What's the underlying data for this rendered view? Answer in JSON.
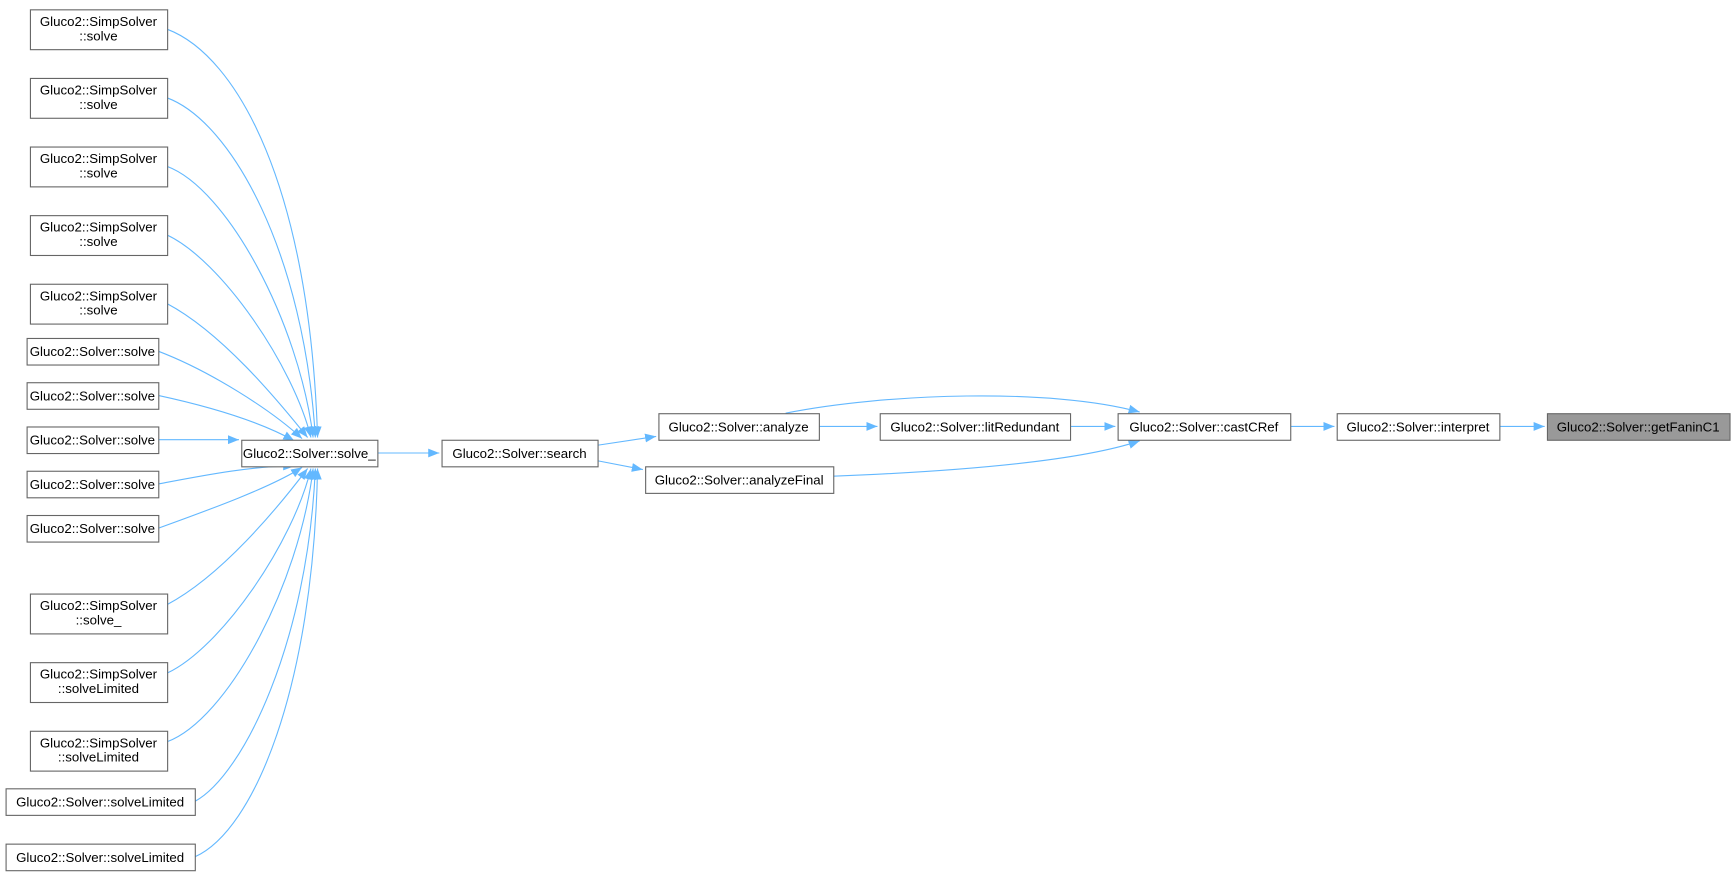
{
  "title": "Call graph of Gluco2::Solver::getFaninC1",
  "colors": {
    "edge": "#63b8ff",
    "node_border": "#666666",
    "current_node_fill": "#999999"
  },
  "nodes": [
    {
      "id": "ss1",
      "lines": [
        "Gluco2::SimpSolver",
        "::solve"
      ]
    },
    {
      "id": "ss2",
      "lines": [
        "Gluco2::SimpSolver",
        "::solve"
      ]
    },
    {
      "id": "ss3",
      "lines": [
        "Gluco2::SimpSolver",
        "::solve"
      ]
    },
    {
      "id": "ss4",
      "lines": [
        "Gluco2::SimpSolver",
        "::solve"
      ]
    },
    {
      "id": "ss5",
      "lines": [
        "Gluco2::SimpSolver",
        "::solve"
      ]
    },
    {
      "id": "s1",
      "lines": [
        "Gluco2::Solver::solve"
      ]
    },
    {
      "id": "s2",
      "lines": [
        "Gluco2::Solver::solve"
      ]
    },
    {
      "id": "s3",
      "lines": [
        "Gluco2::Solver::solve"
      ]
    },
    {
      "id": "s4",
      "lines": [
        "Gluco2::Solver::solve"
      ]
    },
    {
      "id": "s5",
      "lines": [
        "Gluco2::Solver::solve"
      ]
    },
    {
      "id": "ssu",
      "lines": [
        "Gluco2::SimpSolver",
        "::solve_"
      ]
    },
    {
      "id": "ssl1",
      "lines": [
        "Gluco2::SimpSolver",
        "::solveLimited"
      ]
    },
    {
      "id": "ssl2",
      "lines": [
        "Gluco2::SimpSolver",
        "::solveLimited"
      ]
    },
    {
      "id": "sl1",
      "lines": [
        "Gluco2::Solver::solveLimited"
      ]
    },
    {
      "id": "sl2",
      "lines": [
        "Gluco2::Solver::solveLimited"
      ]
    },
    {
      "id": "solve_",
      "lines": [
        "Gluco2::Solver::solve_"
      ]
    },
    {
      "id": "search",
      "lines": [
        "Gluco2::Solver::search"
      ]
    },
    {
      "id": "analyze",
      "lines": [
        "Gluco2::Solver::analyze"
      ]
    },
    {
      "id": "analyzeFinal",
      "lines": [
        "Gluco2::Solver::analyzeFinal"
      ]
    },
    {
      "id": "litRedundant",
      "lines": [
        "Gluco2::Solver::litRedundant"
      ]
    },
    {
      "id": "castCRef",
      "lines": [
        "Gluco2::Solver::castCRef"
      ]
    },
    {
      "id": "interpret",
      "lines": [
        "Gluco2::Solver::interpret"
      ]
    },
    {
      "id": "getFaninC1",
      "lines": [
        "Gluco2::Solver::getFaninC1"
      ],
      "current": true
    }
  ],
  "edges": [
    [
      "ss1",
      "solve_"
    ],
    [
      "ss2",
      "solve_"
    ],
    [
      "ss3",
      "solve_"
    ],
    [
      "ss4",
      "solve_"
    ],
    [
      "ss5",
      "solve_"
    ],
    [
      "s1",
      "solve_"
    ],
    [
      "s2",
      "solve_"
    ],
    [
      "s3",
      "solve_"
    ],
    [
      "s4",
      "solve_"
    ],
    [
      "s5",
      "solve_"
    ],
    [
      "ssu",
      "solve_"
    ],
    [
      "ssl1",
      "solve_"
    ],
    [
      "ssl2",
      "solve_"
    ],
    [
      "sl1",
      "solve_"
    ],
    [
      "sl2",
      "solve_"
    ],
    [
      "solve_",
      "search"
    ],
    [
      "search",
      "analyze"
    ],
    [
      "search",
      "analyzeFinal"
    ],
    [
      "analyze",
      "litRedundant"
    ],
    [
      "analyze",
      "castCRef"
    ],
    [
      "litRedundant",
      "castCRef"
    ],
    [
      "analyzeFinal",
      "castCRef"
    ],
    [
      "castCRef",
      "interpret"
    ],
    [
      "interpret",
      "getFaninC1"
    ]
  ]
}
